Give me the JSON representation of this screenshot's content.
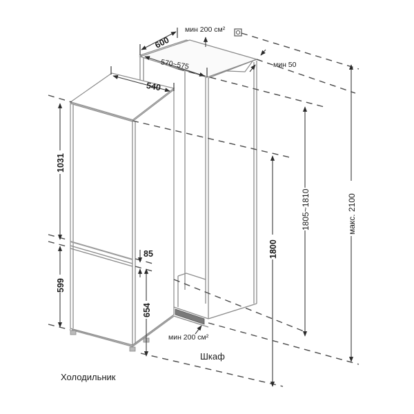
{
  "diagram": {
    "type": "built-in refrigerator installation dimensions",
    "units": "mm",
    "captions": {
      "fridge": "Холодильник",
      "cabinet": "Шкаф"
    },
    "fridge_dimensions": {
      "width": "540",
      "top_section_height": "1031",
      "bottom_section_height": "599",
      "gap_between_doors": "85",
      "lower_door_to_floor": "654",
      "total_height": "1800"
    },
    "cabinet_dimensions": {
      "depth": "600",
      "inner_width": "570~575",
      "inner_height": "1805~1810",
      "max_height": "макс. 2100",
      "top_ventilation": "мин 200 см²",
      "bottom_ventilation": "мин 200 см²",
      "rear_gap": "мин 50"
    },
    "colors": {
      "lines": "#8a8a8a",
      "dashes": "#4a4a4a",
      "text": "#1a1a1a",
      "background": "#ffffff"
    }
  }
}
